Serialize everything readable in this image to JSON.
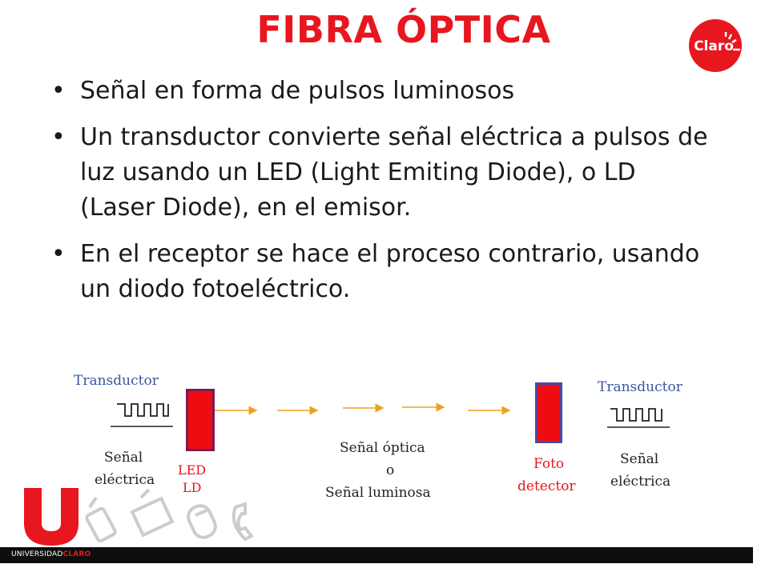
{
  "slide": {
    "title": "FIBRA ÓPTICA",
    "bullets": [
      "Señal en forma de pulsos luminosos",
      "Un transductor convierte señal eléctrica a pulsos de luz usando un LED (Light Emiting Diode), o  LD (Laser Diode), en el emisor.",
      "En el receptor se hace el proceso contrario, usando un diodo fotoeléctrico."
    ]
  },
  "logo": {
    "text": "Claro"
  },
  "diagram": {
    "transductor_left": "Transductor",
    "transductor_right": "Transductor",
    "senal_left_line1": "Señal",
    "senal_left_line2": "eléctrica",
    "led_line1": "LED",
    "led_line2": "LD",
    "optica_line1": "Señal óptica",
    "optica_line2": "o",
    "optica_line3": "Señal luminosa",
    "foto_line1": "Foto",
    "foto_line2": "detector",
    "senal_right_line1": "Señal",
    "senal_right_line2": "eléctrica"
  },
  "footer": {
    "brand_left": "UNIVERSIDAD",
    "brand_right": "CLARO"
  },
  "colors": {
    "accent_red": "#e8161f",
    "label_blue": "#3b56a0",
    "arrow_orange": "#f0a020"
  }
}
